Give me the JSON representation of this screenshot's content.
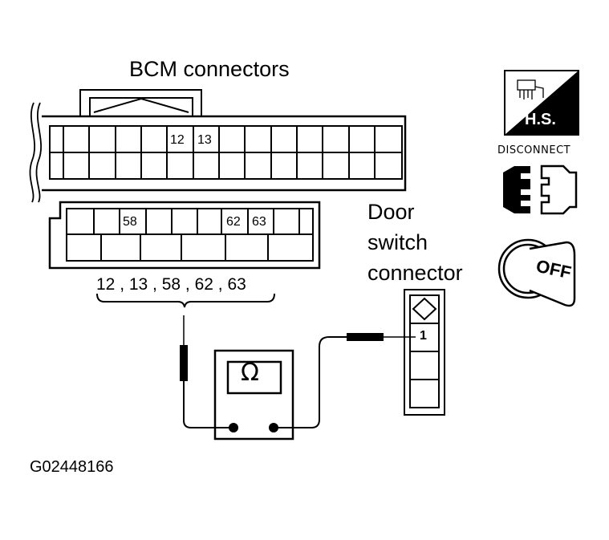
{
  "title": "BCM connectors",
  "upper_connector_pins": [
    "12",
    "13"
  ],
  "lower_connector_pins": [
    "58",
    "62",
    "63"
  ],
  "terminal_list": "12 , 13 , 58 , 62 , 63",
  "door_switch": {
    "line1": "Door",
    "line2": "switch",
    "line3": "connector",
    "pin": "1"
  },
  "meter_symbol": "Ω",
  "icons": {
    "harness_side": "H.S.",
    "disconnect": "DISCONNECT",
    "ignition": "OFF"
  },
  "figure_id": "G02448166"
}
